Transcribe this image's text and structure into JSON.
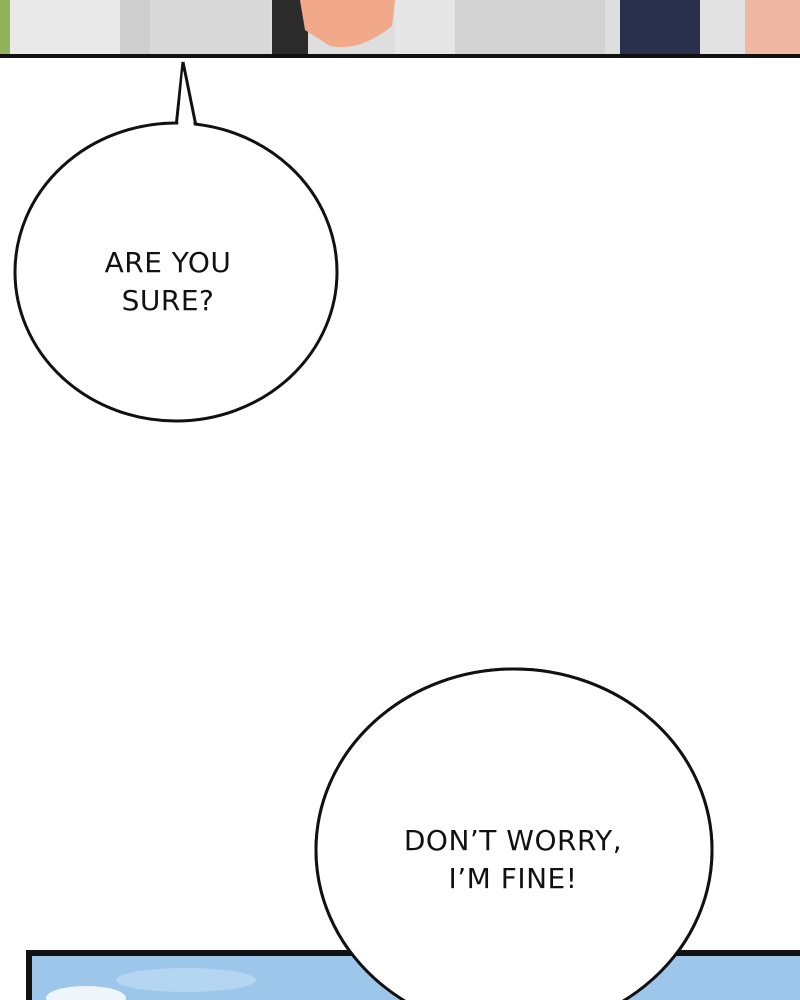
{
  "bubbles": [
    {
      "id": "bubble-1",
      "text": "ARE YOU\nSURE?"
    },
    {
      "id": "bubble-2",
      "text": "DON’T WORRY,\nI’M FINE!"
    }
  ],
  "colors": {
    "panel_border": "#111111",
    "bubble_fill": "#ffffff",
    "top_panel_bg": "#dcdcdc",
    "top_panel_green": "#8fb35a",
    "top_panel_skin": "#f2a98a",
    "top_panel_navy": "#2a2f4d",
    "sky": "#9cc6ea"
  }
}
